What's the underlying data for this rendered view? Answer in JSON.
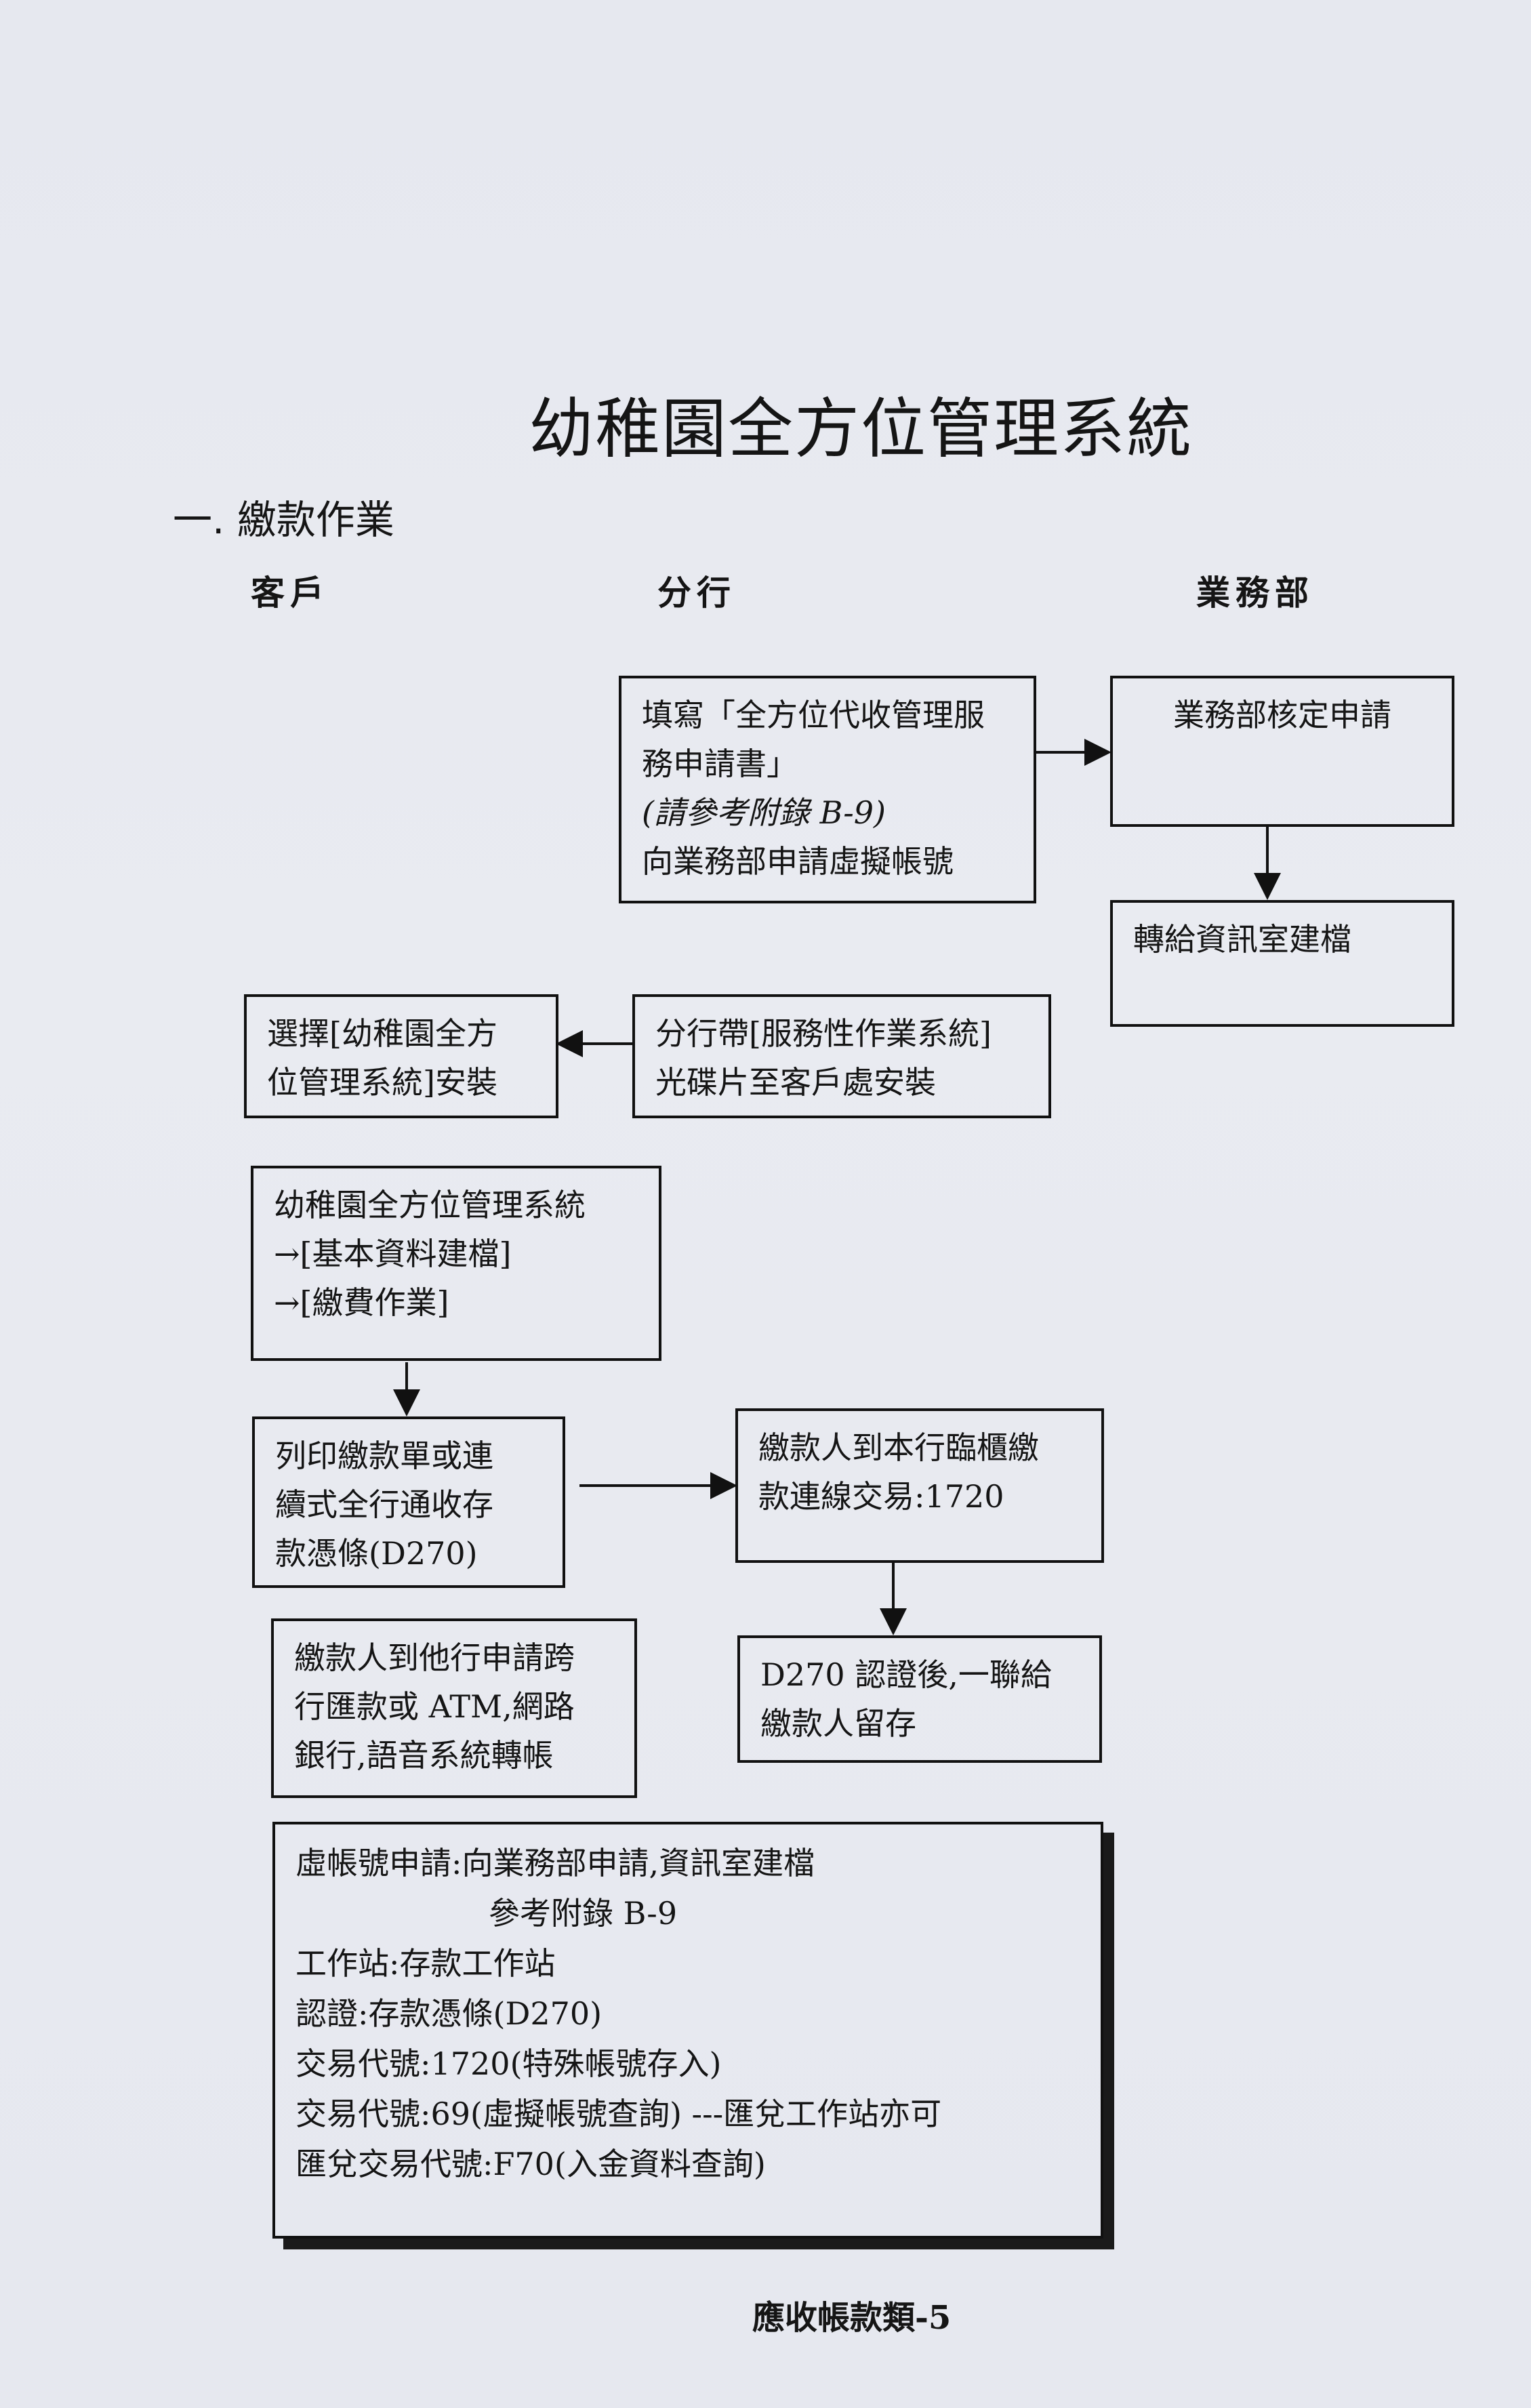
{
  "title": "幼稚園全方位管理系統",
  "section": "一. 繳款作業",
  "columns": {
    "customer": "客戶",
    "branch": "分行",
    "business": "業務部"
  },
  "boxes": {
    "fill_form": {
      "line1": "填寫「全方位代收管理服",
      "line2": "務申請書」",
      "line3": "(請參考附錄 B-9)",
      "line4": "向業務部申請虛擬帳號"
    },
    "business_approve": {
      "line1": "業務部核定申請"
    },
    "it_setup": {
      "line1": "轉給資訊室建檔"
    },
    "branch_install": {
      "line1": "分行帶[服務性作業系統]",
      "line2": "光碟片至客戶處安裝"
    },
    "select_install": {
      "line1": "選擇[幼稚園全方",
      "line2": "位管理系統]安裝"
    },
    "system_menu": {
      "line1": "幼稚園全方位管理系統",
      "line2": "→[基本資料建檔]",
      "line3": "→[繳費作業]"
    },
    "print_slip": {
      "line1": "列印繳款單或連",
      "line2": "續式全行通收存",
      "line3": "款憑條(D270)"
    },
    "counter_pay": {
      "line1": "繳款人到本行臨櫃繳",
      "line2": "款連線交易:1720"
    },
    "d270_verify": {
      "line1": "D270 認證後,一聯給",
      "line2": "繳款人留存"
    },
    "other_bank": {
      "line1": "繳款人到他行申請跨",
      "line2": "行匯款或 ATM,網路",
      "line3": "銀行,語音系統轉帳"
    }
  },
  "summary": {
    "line1": "虛帳號申請:向業務部申請,資訊室建檔",
    "line2": "參考附錄  B-9",
    "line3": "工作站:存款工作站",
    "line4": "認證:存款憑條(D270)",
    "line5": "交易代號:1720(特殊帳號存入)",
    "line6": "交易代號:69(虛擬帳號查詢) ---匯兌工作站亦可",
    "line7": "匯兌交易代號:F70(入金資料查詢)"
  },
  "footer": "應收帳款類-5"
}
